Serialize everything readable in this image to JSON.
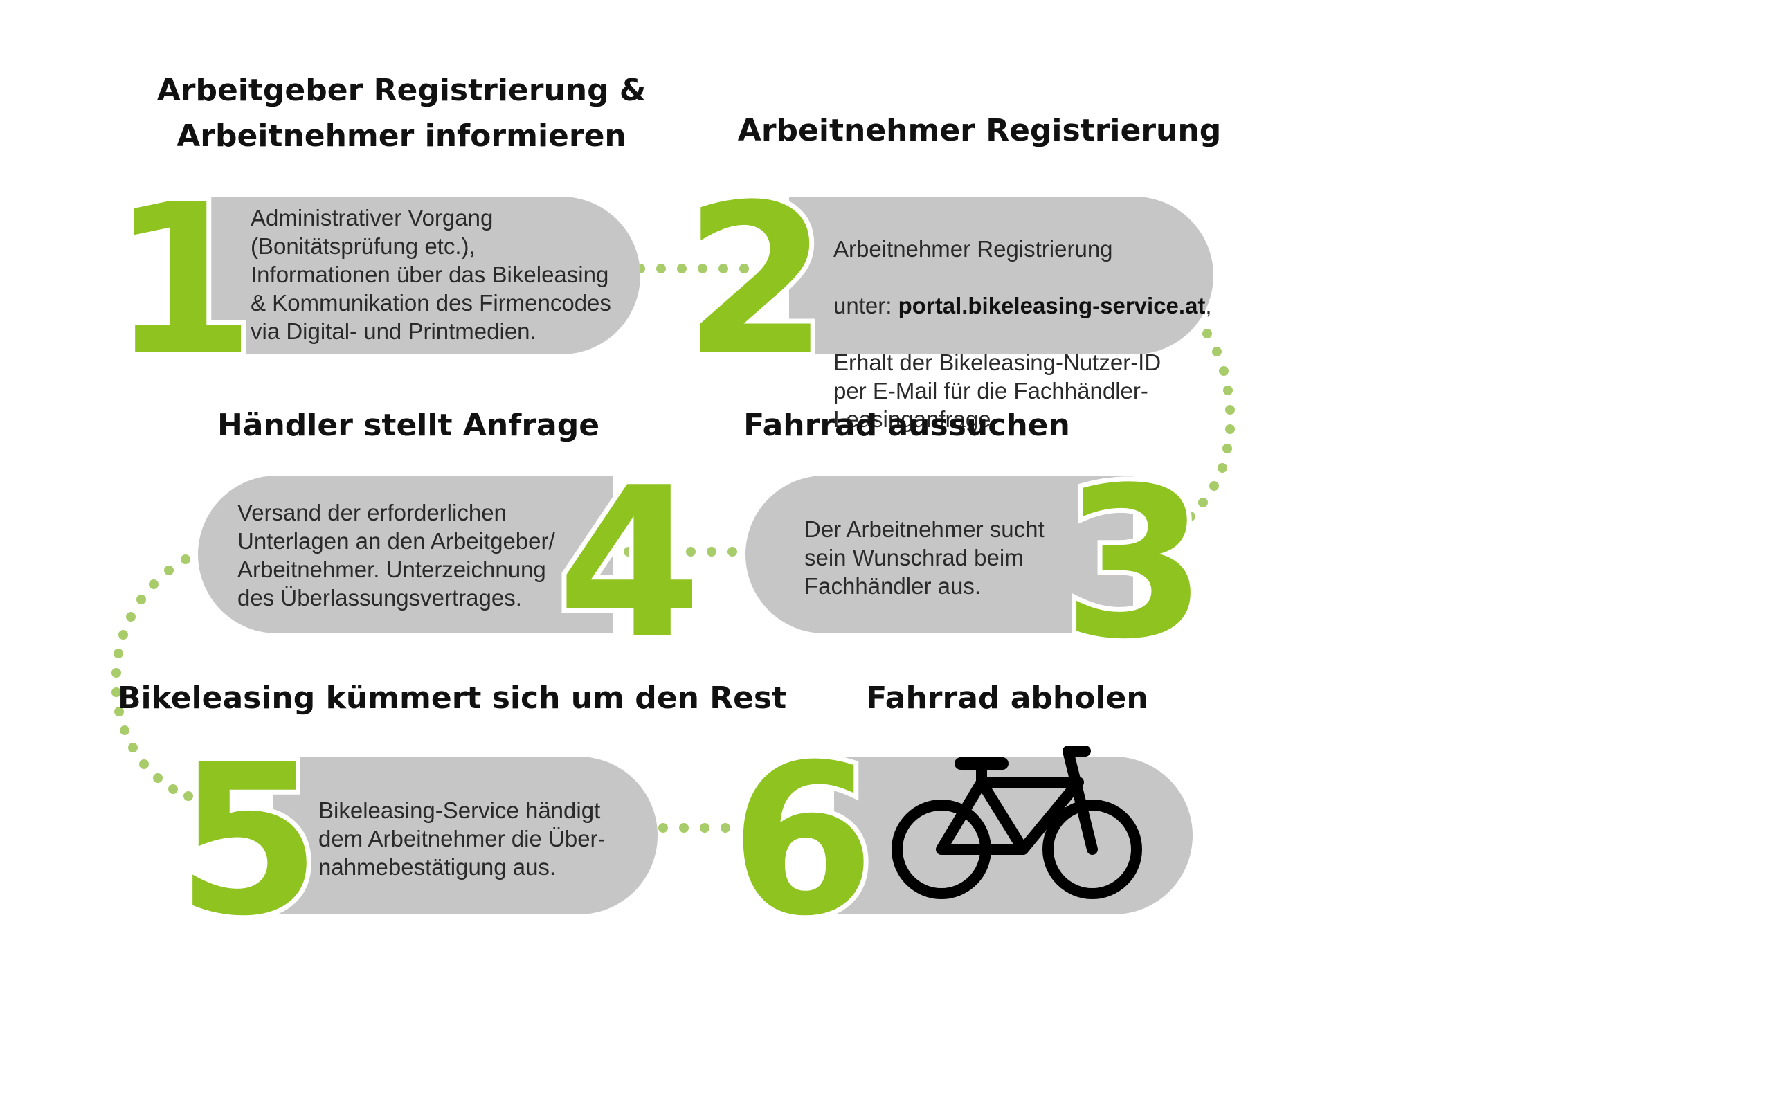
{
  "steps": [
    {
      "number": "1",
      "title_line1": "Arbeitgeber Registrierung &",
      "title_line2": "Arbeitnehmer informieren",
      "text": "Administrativer Vorgang\n(Bonitätsprüfung etc.),\nInformationen über das Bikeleasing\n& Kommunikation des Firmencodes\nvia Digital- und Printmedien."
    },
    {
      "number": "2",
      "title": "Arbeitnehmer Registrierung",
      "text_line1": "Arbeitnehmer Registrierung",
      "text_prefix": "unter: ",
      "text_link": "portal.bikeleasing-service.at",
      "text_suffix": ",",
      "text_rest": "Erhalt der Bikeleasing-Nutzer-ID\nper E-Mail für die Fachhändler-\nLeasinganfrage."
    },
    {
      "number": "3",
      "title": "Fahrrad aussuchen",
      "text": "Der Arbeitnehmer sucht\nsein Wunschrad beim\nFachhändler aus."
    },
    {
      "number": "4",
      "title": "Händler stellt Anfrage",
      "text": "Versand der erforderlichen\nUnterlagen an den Arbeitgeber/\nArbeitnehmer. Unterzeichnung\ndes Überlassungsvertrages."
    },
    {
      "number": "5",
      "title": "Bikeleasing kümmert sich um den Rest",
      "text": "Bikeleasing-Service händigt\ndem Arbeitnehmer die Über-\nnahmebestätigung aus."
    },
    {
      "number": "6",
      "title": "Fahrrad abholen",
      "icon": "bicycle-icon"
    }
  ],
  "colors": {
    "accent_green": "#8fc31f",
    "dot_green": "#a8cc6a",
    "pill_gray": "#c6c6c6",
    "text_dark": "#111111"
  }
}
